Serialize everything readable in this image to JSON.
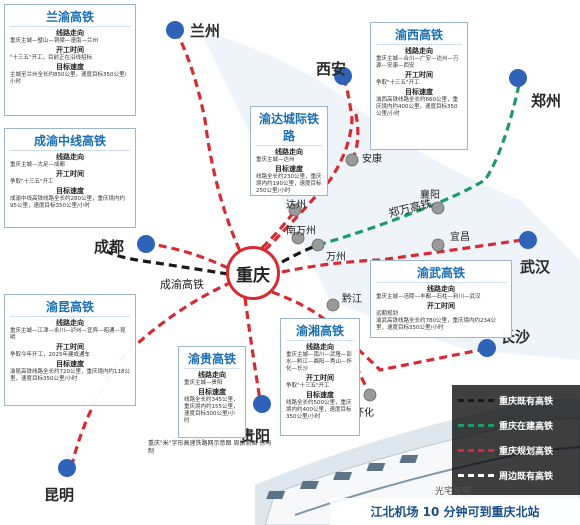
{
  "center_city": "重庆",
  "cities": {
    "lanzhou": "兰州",
    "xian": "西安",
    "zhengzhou": "郑州",
    "chengdu": "成都",
    "wuhan": "武汉",
    "changsha": "长沙",
    "guiyang": "贵阳",
    "kunming": "昆明"
  },
  "stations": {
    "ankang": "安康",
    "xiangyang": "襄阳",
    "dazhou": "达州",
    "nanwanzhou": "南万州",
    "wanzhou": "万州",
    "yichang": "宜昌",
    "qianjiang": "黔江",
    "huaihua": "怀化"
  },
  "route_labels": {
    "zhengwan": "郑万高铁",
    "chengyu": "成渝高铁"
  },
  "panels": [
    {
      "title": "兰渝高铁",
      "lines": [
        "线路走向",
        "重庆主城—璧山—铜梁—潼南—兰州",
        "开工时间",
        "\"十三五\"开工，目前正在沿线招标",
        "目标速度",
        "主城至兰州全长约850公里，速度目标350公里/小时"
      ]
    },
    {
      "title": "成渝中线高铁",
      "lines": [
        "线路走向",
        "重庆主城—大足—成都",
        "开工时间",
        "争取\"十三五\"开工",
        "目标速度",
        "成渝中线高铁线路全长约280公里，重庆境内约95公里，速度目标350公里/小时"
      ]
    },
    {
      "title": "渝昆高铁",
      "lines": [
        "线路走向",
        "重庆主城—江津—永川—泸州—宜宾—昭通—昆明",
        "开工时间",
        "争取今年开工，2025年建成通车",
        "目标速度",
        "渝昆高铁线路全长约720公里，重庆境内约118公里，速度目标350公里/小时"
      ]
    },
    {
      "title": "渝达城际铁路",
      "lines": [
        "线路走向",
        "重庆主城—达州",
        "目标速度",
        "线路全长约230公里，重庆境内约190公里，速度目标250公里/小时"
      ]
    },
    {
      "title": "渝西高铁",
      "lines": [
        "线路走向",
        "重庆主城—合川—广安—达州—万源—安康—西安",
        "开工时间",
        "争取\"十三五\"开工",
        "目标速度",
        "渝西高铁线路全长约660公里，重庆境内约400公里，速度目标350公里/小时"
      ]
    },
    {
      "title": "渝武高铁",
      "lines": [
        "线路走向",
        "重庆主城—涪陵—丰都—石柱—利川—武汉",
        "开工时间",
        "远期规划",
        "目标速度",
        "渝武高铁线路全长约780公里，重庆境内约234公里，速度目标350公里/小时"
      ]
    },
    {
      "title": "渝湘高铁",
      "lines": [
        "线路走向",
        "重庆主城—南川—武隆—彭水—黔江—酉阳—秀山—怀化—长沙",
        "开工时间",
        "争取\"十三五\"开工",
        "目标速度",
        "线路全长约500公里，重庆境内约400公里，速度目标350公里/小时"
      ]
    },
    {
      "title": "渝贵高铁",
      "lines": [
        "线路走向",
        "重庆主城—贵阳",
        "目标速度",
        "线路全长约345公里，重庆境内约155公里，速度目标300公里/小时"
      ]
    }
  ],
  "caption": "重庆\"米\"字形高速铁路网示意图 周振制图 徐昀 制",
  "legend": [
    {
      "label": "重庆既有高铁",
      "color": "#1a1a1a"
    },
    {
      "label": "重庆在建高铁",
      "color": "#1e9a6a"
    },
    {
      "label": "重庆规划高铁",
      "color": "#d62b32"
    },
    {
      "label": "周边既有高铁",
      "color": "#ffffff"
    }
  ],
  "footer": "江北机场 10 分钟可到重庆北站",
  "watermark": "光宅光宅",
  "colors": {
    "planned": "#d62b32",
    "existing": "#1a1a1a",
    "construction": "#1e9a6a",
    "neighbor": "#ffffff",
    "title_blue": "#1a6fb3",
    "pin": "#2f63b8"
  }
}
